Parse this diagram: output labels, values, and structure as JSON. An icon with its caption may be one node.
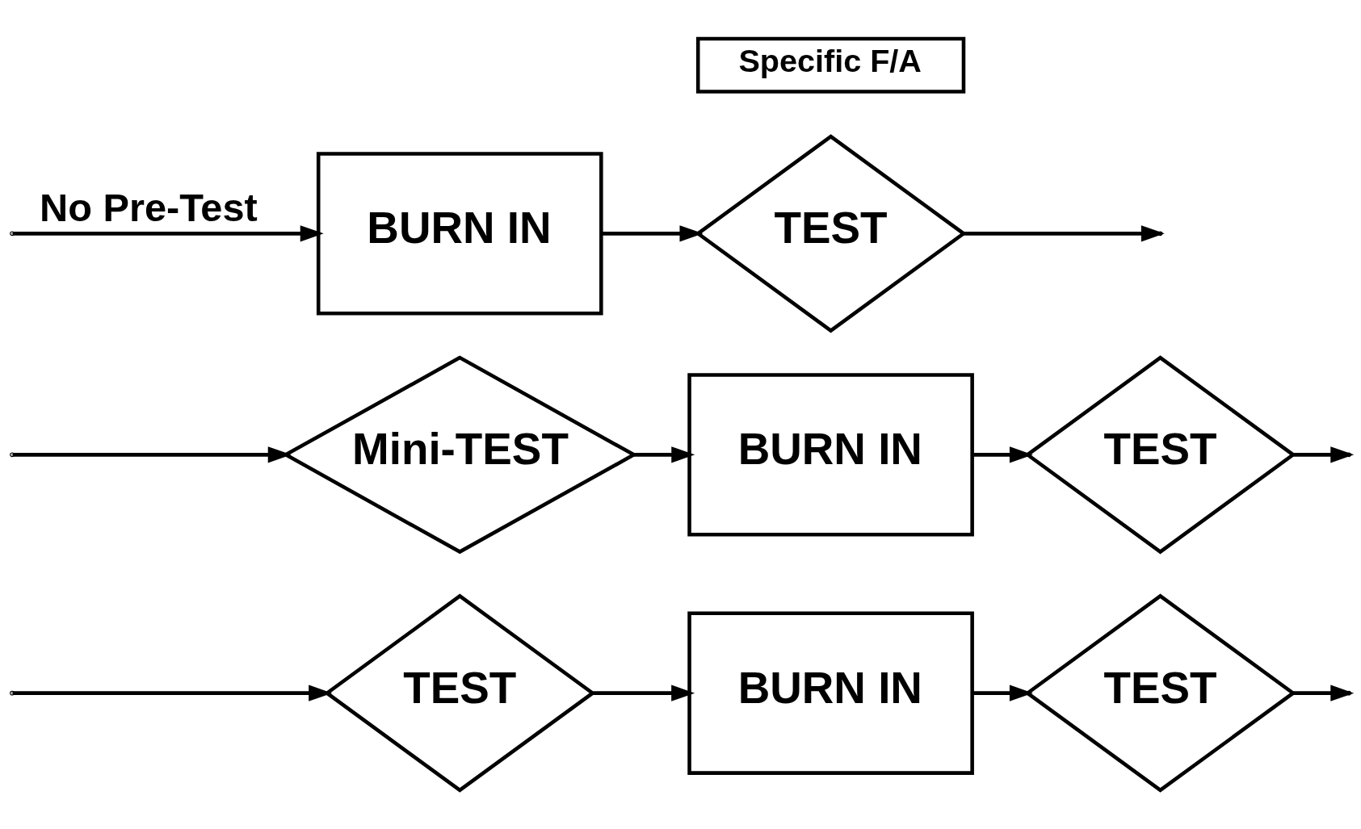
{
  "diagram": {
    "nodes": [
      {
        "text": [
          "TEST"
        ]
      },
      {
        "text": [
          "BURN IN"
        ]
      },
      {
        "text": [
          "TEST"
        ]
      },
      {
        "text": [
          "Mini-TEST"
        ]
      },
      {
        "text": [
          "BURN IN"
        ]
      },
      {
        "text": [
          "TEST"
        ]
      },
      {
        "text": [
          "BURN IN"
        ]
      },
      {
        "text": [
          "TEST"
        ]
      },
      {
        "text": [
          "Specific F/A"
        ]
      }
    ],
    "edges": [
      {
        "from": null,
        "to": 0,
        "arrow": "to"
      },
      {
        "from": 0,
        "to": 1,
        "arrow": "to"
      },
      {
        "from": 1,
        "to": 2,
        "arrow": "to"
      },
      {
        "from": 2,
        "to": null,
        "arrow": "to"
      },
      {
        "from": null,
        "to": 3,
        "arrow": "to"
      },
      {
        "from": 3,
        "to": 4,
        "arrow": "to"
      },
      {
        "from": 4,
        "to": 5,
        "arrow": "to"
      },
      {
        "from": 5,
        "to": null,
        "arrow": "to"
      },
      {
        "from": null,
        "to": 6,
        "arrow": "to",
        "label": "No Pre-Test"
      },
      {
        "from": 6,
        "to": 7,
        "arrow": "to"
      },
      {
        "from": 7,
        "to": null,
        "arrow": "to"
      }
    ]
  }
}
